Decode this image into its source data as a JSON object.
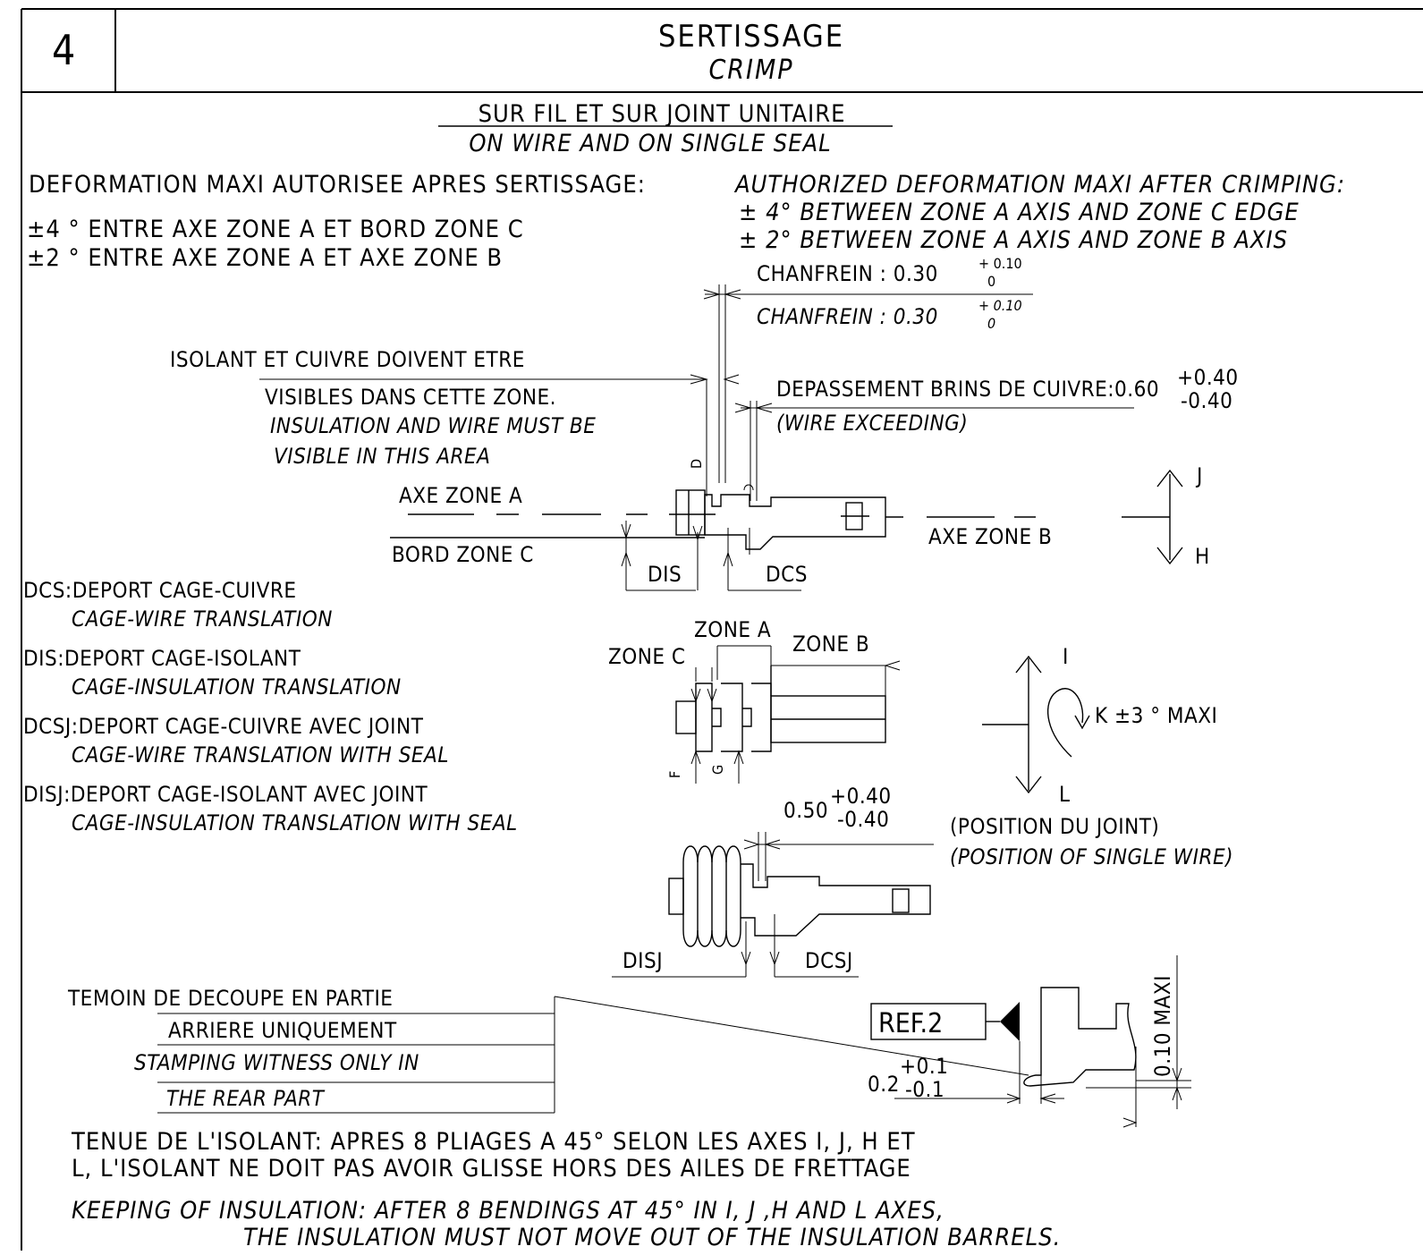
{
  "header": {
    "section_number": "4",
    "title_fr": "SERTISSAGE",
    "title_en": "CRIMP"
  },
  "subtitle": {
    "fr": "SUR FIL ET SUR JOINT UNITAIRE",
    "en": "ON WIRE AND ON SINGLE SEAL"
  },
  "deformation": {
    "fr_heading": "DEFORMATION MAXI AUTORISEE APRES SERTISSAGE:",
    "fr_line1": "±4 ° ENTRE AXE ZONE A ET BORD ZONE C",
    "fr_line2": "±2 ° ENTRE AXE ZONE A ET AXE ZONE B",
    "en_heading": "AUTHORIZED DEFORMATION MAXI AFTER CRIMPING:",
    "en_line1": "± 4° BETWEEN ZONE A AXIS AND ZONE C EDGE",
    "en_line2": "± 2° BETWEEN ZONE A AXIS AND ZONE B AXIS"
  },
  "chanfrein": {
    "label": "CHANFREIN : 0.30",
    "upper_tol": "+ 0.10",
    "lower_tol": "0",
    "label_i": "CHANFREIN : 0.30",
    "upper_tol_i": "+ 0.10",
    "lower_tol_i": "0"
  },
  "visibility_note": {
    "fr_line1": "ISOLANT ET CUIVRE DOIVENT ETRE",
    "fr_line2": "VISIBLES DANS CETTE ZONE.",
    "en_line1": "INSULATION AND WIRE MUST BE",
    "en_line2": "VISIBLE IN THIS AREA"
  },
  "wire_exceeding": {
    "fr": "DEPASSEMENT BRINS DE CUIVRE:0.60",
    "upper_tol": "+0.40",
    "lower_tol": "-0.40",
    "en": "(WIRE EXCEEDING)"
  },
  "side_view_labels": {
    "axe_zone_a": "AXE ZONE A",
    "bord_zone_c": "BORD ZONE C",
    "axe_zone_b": "AXE ZONE B",
    "d": "D",
    "dis": "DIS",
    "dcs": "DCS",
    "j": "J",
    "h": "H"
  },
  "definitions": [
    {
      "code": "DCS:DEPORT CAGE-CUIVRE",
      "en": "CAGE-WIRE TRANSLATION"
    },
    {
      "code": "DIS:DEPORT CAGE-ISOLANT",
      "en": "CAGE-INSULATION TRANSLATION"
    },
    {
      "code": "DCSJ:DEPORT CAGE-CUIVRE AVEC JOINT",
      "en": "CAGE-WIRE TRANSLATION WITH SEAL"
    },
    {
      "code": "DISJ:DEPORT CAGE-ISOLANT AVEC JOINT",
      "en": "CAGE-INSULATION TRANSLATION WITH SEAL"
    }
  ],
  "top_view_labels": {
    "zone_a": "ZONE A",
    "zone_b": "ZONE B",
    "zone_c": "ZONE C",
    "f": "F",
    "g": "G",
    "i": "I",
    "l": "L",
    "k": "K ±3 ° MAXI"
  },
  "seal_view": {
    "dim": "0.50",
    "upper_tol": "+0.40",
    "lower_tol": "-0.40",
    "fr": "(POSITION DU JOINT)",
    "en": "(POSITION OF SINGLE WIRE)",
    "disj": "DISJ",
    "dcsj": "DCSJ"
  },
  "stamping_note": {
    "fr_line1": "TEMOIN DE DECOUPE EN PARTIE",
    "fr_line2": "ARRIERE UNIQUEMENT",
    "en_line1": "STAMPING WITNESS ONLY IN",
    "en_line2": "THE REAR PART"
  },
  "detail": {
    "ref": "REF.2",
    "dim": "0.2",
    "upper_tol": "+0.1",
    "lower_tol": "-0.1",
    "maxi": "0.10 MAXI"
  },
  "insulation_note": {
    "fr_line1": "TENUE DE L'ISOLANT: APRES 8 PLIAGES A 45° SELON LES AXES I, J, H ET",
    "fr_line2": "L, L'ISOLANT NE DOIT PAS AVOIR GLISSE HORS DES AILES DE FRETTAGE",
    "en_line1": "KEEPING OF INSULATION: AFTER 8 BENDINGS AT 45° IN I, J ,H AND L AXES,",
    "en_line2": "THE INSULATION MUST NOT MOVE OUT OF THE INSULATION BARRELS."
  }
}
